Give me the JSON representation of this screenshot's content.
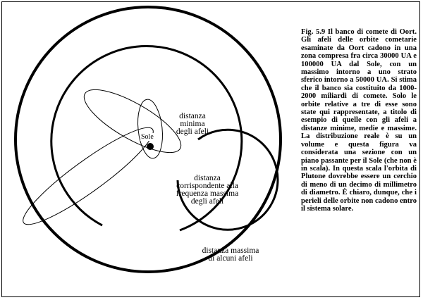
{
  "figure": {
    "caption_title": "Fig. 5.9 Il banco di comete di Oort.",
    "caption_text": "Gli afeli delle orbite cometarie esaminate da Oort cadono in una zona compresa fra circa 30000 UA e 100000 UA dal Sole, con un massimo intorno a uno strato sferico intorno a 50000 UA. Si stima che il banco sia costituito da 1000-2000 miliardi di comete. Solo le orbite relative a tre di esse sono state qui rappresentate, a titolo di esempio di quelle con gli afeli a distanze minime, medie e massime. La distribuzione reale è su un volume e questa figura va considerata una sezione con un piano passante per il Sole (che non è in scala). In questa scala l'orbita di Plutone dovrebbe essere un cerchio di meno di un decimo di millimetro di diametro. È chiaro, dunque, che i perieli delle orbite non cadono entro il sistema solare."
  },
  "labels": {
    "sun": "Sole",
    "min_aphelion": "distanza\nminima\ndegli afeli",
    "mode_aphelion": "distanza\ncorrispondente alla\nfrequenza massima\ndegli afeli",
    "max_aphelion": "distanza massima\ndi alcuni afeli"
  },
  "colors": {
    "ink": "#000000",
    "paper": "#ffffff"
  }
}
